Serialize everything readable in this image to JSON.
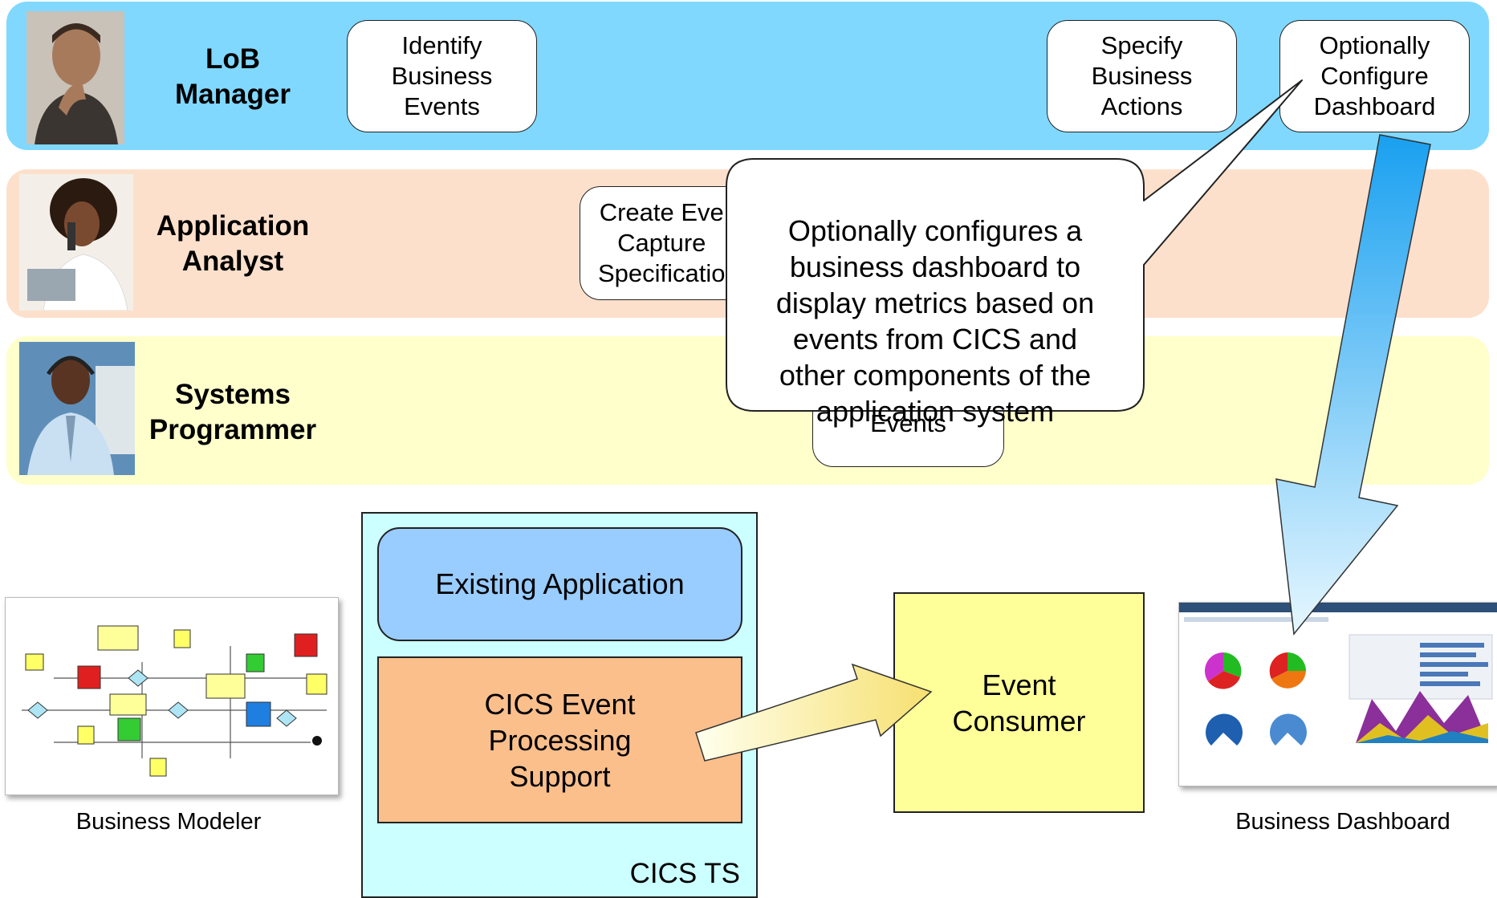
{
  "lanes": {
    "lob_manager": {
      "label": "LoB\nManager",
      "color": "#80d8ff"
    },
    "application_analyst": {
      "label": "Application\nAnalyst",
      "color": "#fde0cc"
    },
    "systems_programmer": {
      "label": "Systems\nProgrammer",
      "color": "#ffffcc"
    }
  },
  "tasks": {
    "identify": "Identify\nBusiness\nEvents",
    "specify": "Specify\nBusiness\nActions",
    "optionally": "Optionally\nConfigure\nDashboard",
    "create": "Create Eve\nCapture\nSpecificatio",
    "events": "Events"
  },
  "callout": {
    "text": "Optionally configures a\nbusiness dashboard to\ndisplay metrics based on\nevents from CICS and\nother components of the\napplication system"
  },
  "components": {
    "existing_application": "Existing Application",
    "cics_event_processing": "CICS Event\nProcessing\nSupport",
    "cics_ts": "CICS TS",
    "event_consumer": "Event\nConsumer"
  },
  "captions": {
    "business_modeler": "Business Modeler",
    "business_dashboard": "Business Dashboard"
  },
  "colors": {
    "cics_ts_bg": "#ccffff",
    "existing_app_bg": "#99ccff",
    "cics_event_bg": "#fbbf8c",
    "event_consumer_bg": "#ffff99",
    "big_arrow": "#33aaf0"
  }
}
